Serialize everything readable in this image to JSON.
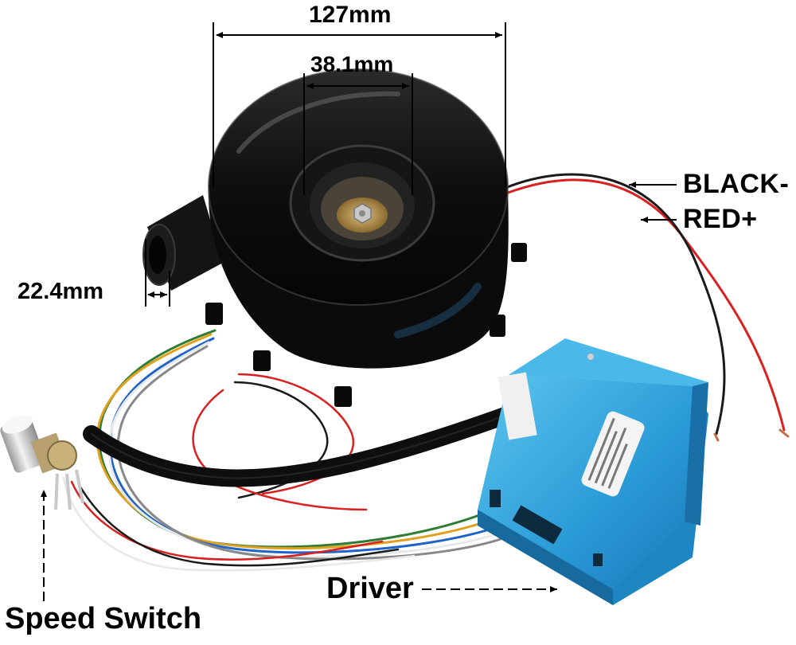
{
  "labels": {
    "outer_diameter": "127mm",
    "inlet_diameter": "38.1mm",
    "outlet_diameter": "22.4mm",
    "black_wire": "BLACK-",
    "red_wire": "RED+",
    "driver": "Driver",
    "speed_switch": "Speed Switch"
  },
  "colors": {
    "blower_body": "#111111",
    "driver_box": "#2f9fd8",
    "red_wire": "#d82020",
    "black_wire": "#1a1a1a",
    "brass_hub": "#b89050",
    "knob": "#d8d8d8"
  }
}
